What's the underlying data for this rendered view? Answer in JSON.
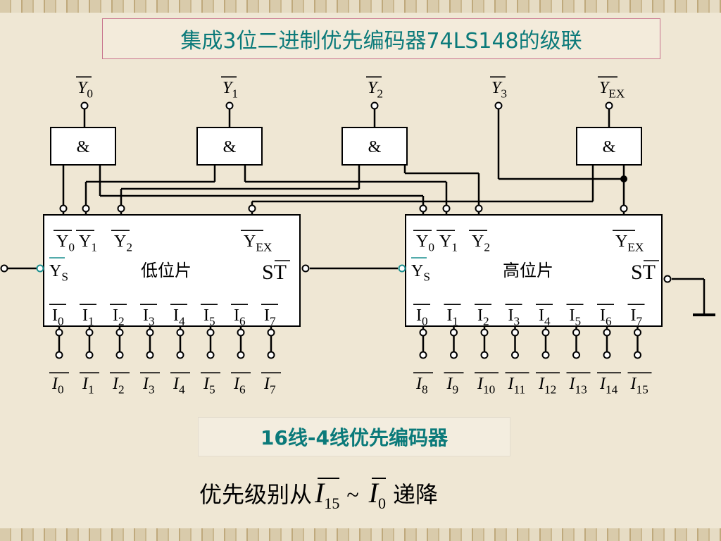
{
  "title": "集成3位二进制优先编码器74LS148的级联",
  "subtitle": "16线-4线优先编码器",
  "note": {
    "prefix": "优先级别从",
    "from": {
      "base": "I",
      "sub": "15"
    },
    "tilde": "~",
    "to": {
      "base": "I",
      "sub": "0"
    },
    "suffix": "递降"
  },
  "gate_symbol": "&",
  "outputs": [
    {
      "base": "Y",
      "sub": "0"
    },
    {
      "base": "Y",
      "sub": "1"
    },
    {
      "base": "Y",
      "sub": "2"
    },
    {
      "base": "Y",
      "sub": "3"
    },
    {
      "base": "Y",
      "sub": "EX"
    }
  ],
  "chips": [
    {
      "label": "低位片",
      "out_pins": [
        {
          "base": "Y",
          "sub": "0"
        },
        {
          "base": "Y",
          "sub": "1"
        },
        {
          "base": "Y",
          "sub": "2"
        }
      ],
      "yex": {
        "base": "Y",
        "sub": "EX"
      },
      "ys": {
        "base": "Y",
        "sub": "S"
      },
      "st": "ST",
      "in_pins": [
        {
          "base": "I",
          "sub": "0"
        },
        {
          "base": "I",
          "sub": "1"
        },
        {
          "base": "I",
          "sub": "2"
        },
        {
          "base": "I",
          "sub": "3"
        },
        {
          "base": "I",
          "sub": "4"
        },
        {
          "base": "I",
          "sub": "5"
        },
        {
          "base": "I",
          "sub": "6"
        },
        {
          "base": "I",
          "sub": "7"
        }
      ],
      "inputs": [
        {
          "base": "I",
          "sub": "0"
        },
        {
          "base": "I",
          "sub": "1"
        },
        {
          "base": "I",
          "sub": "2"
        },
        {
          "base": "I",
          "sub": "3"
        },
        {
          "base": "I",
          "sub": "4"
        },
        {
          "base": "I",
          "sub": "5"
        },
        {
          "base": "I",
          "sub": "6"
        },
        {
          "base": "I",
          "sub": "7"
        }
      ]
    },
    {
      "label": "高位片",
      "out_pins": [
        {
          "base": "Y",
          "sub": "0"
        },
        {
          "base": "Y",
          "sub": "1"
        },
        {
          "base": "Y",
          "sub": "2"
        }
      ],
      "yex": {
        "base": "Y",
        "sub": "EX"
      },
      "ys": {
        "base": "Y",
        "sub": "S"
      },
      "st": "ST",
      "in_pins": [
        {
          "base": "I",
          "sub": "0"
        },
        {
          "base": "I",
          "sub": "1"
        },
        {
          "base": "I",
          "sub": "2"
        },
        {
          "base": "I",
          "sub": "3"
        },
        {
          "base": "I",
          "sub": "4"
        },
        {
          "base": "I",
          "sub": "5"
        },
        {
          "base": "I",
          "sub": "6"
        },
        {
          "base": "I",
          "sub": "7"
        }
      ],
      "inputs": [
        {
          "base": "I",
          "sub": "8"
        },
        {
          "base": "I",
          "sub": "9"
        },
        {
          "base": "I",
          "sub": "10"
        },
        {
          "base": "I",
          "sub": "11"
        },
        {
          "base": "I",
          "sub": "12"
        },
        {
          "base": "I",
          "sub": "13"
        },
        {
          "base": "I",
          "sub": "14"
        },
        {
          "base": "I",
          "sub": "15"
        }
      ]
    }
  ],
  "colors": {
    "title": "#0b7a7a",
    "title_border": "#c8738d",
    "ys_circle": "#1a8f8f",
    "background": "#efe7d4"
  }
}
